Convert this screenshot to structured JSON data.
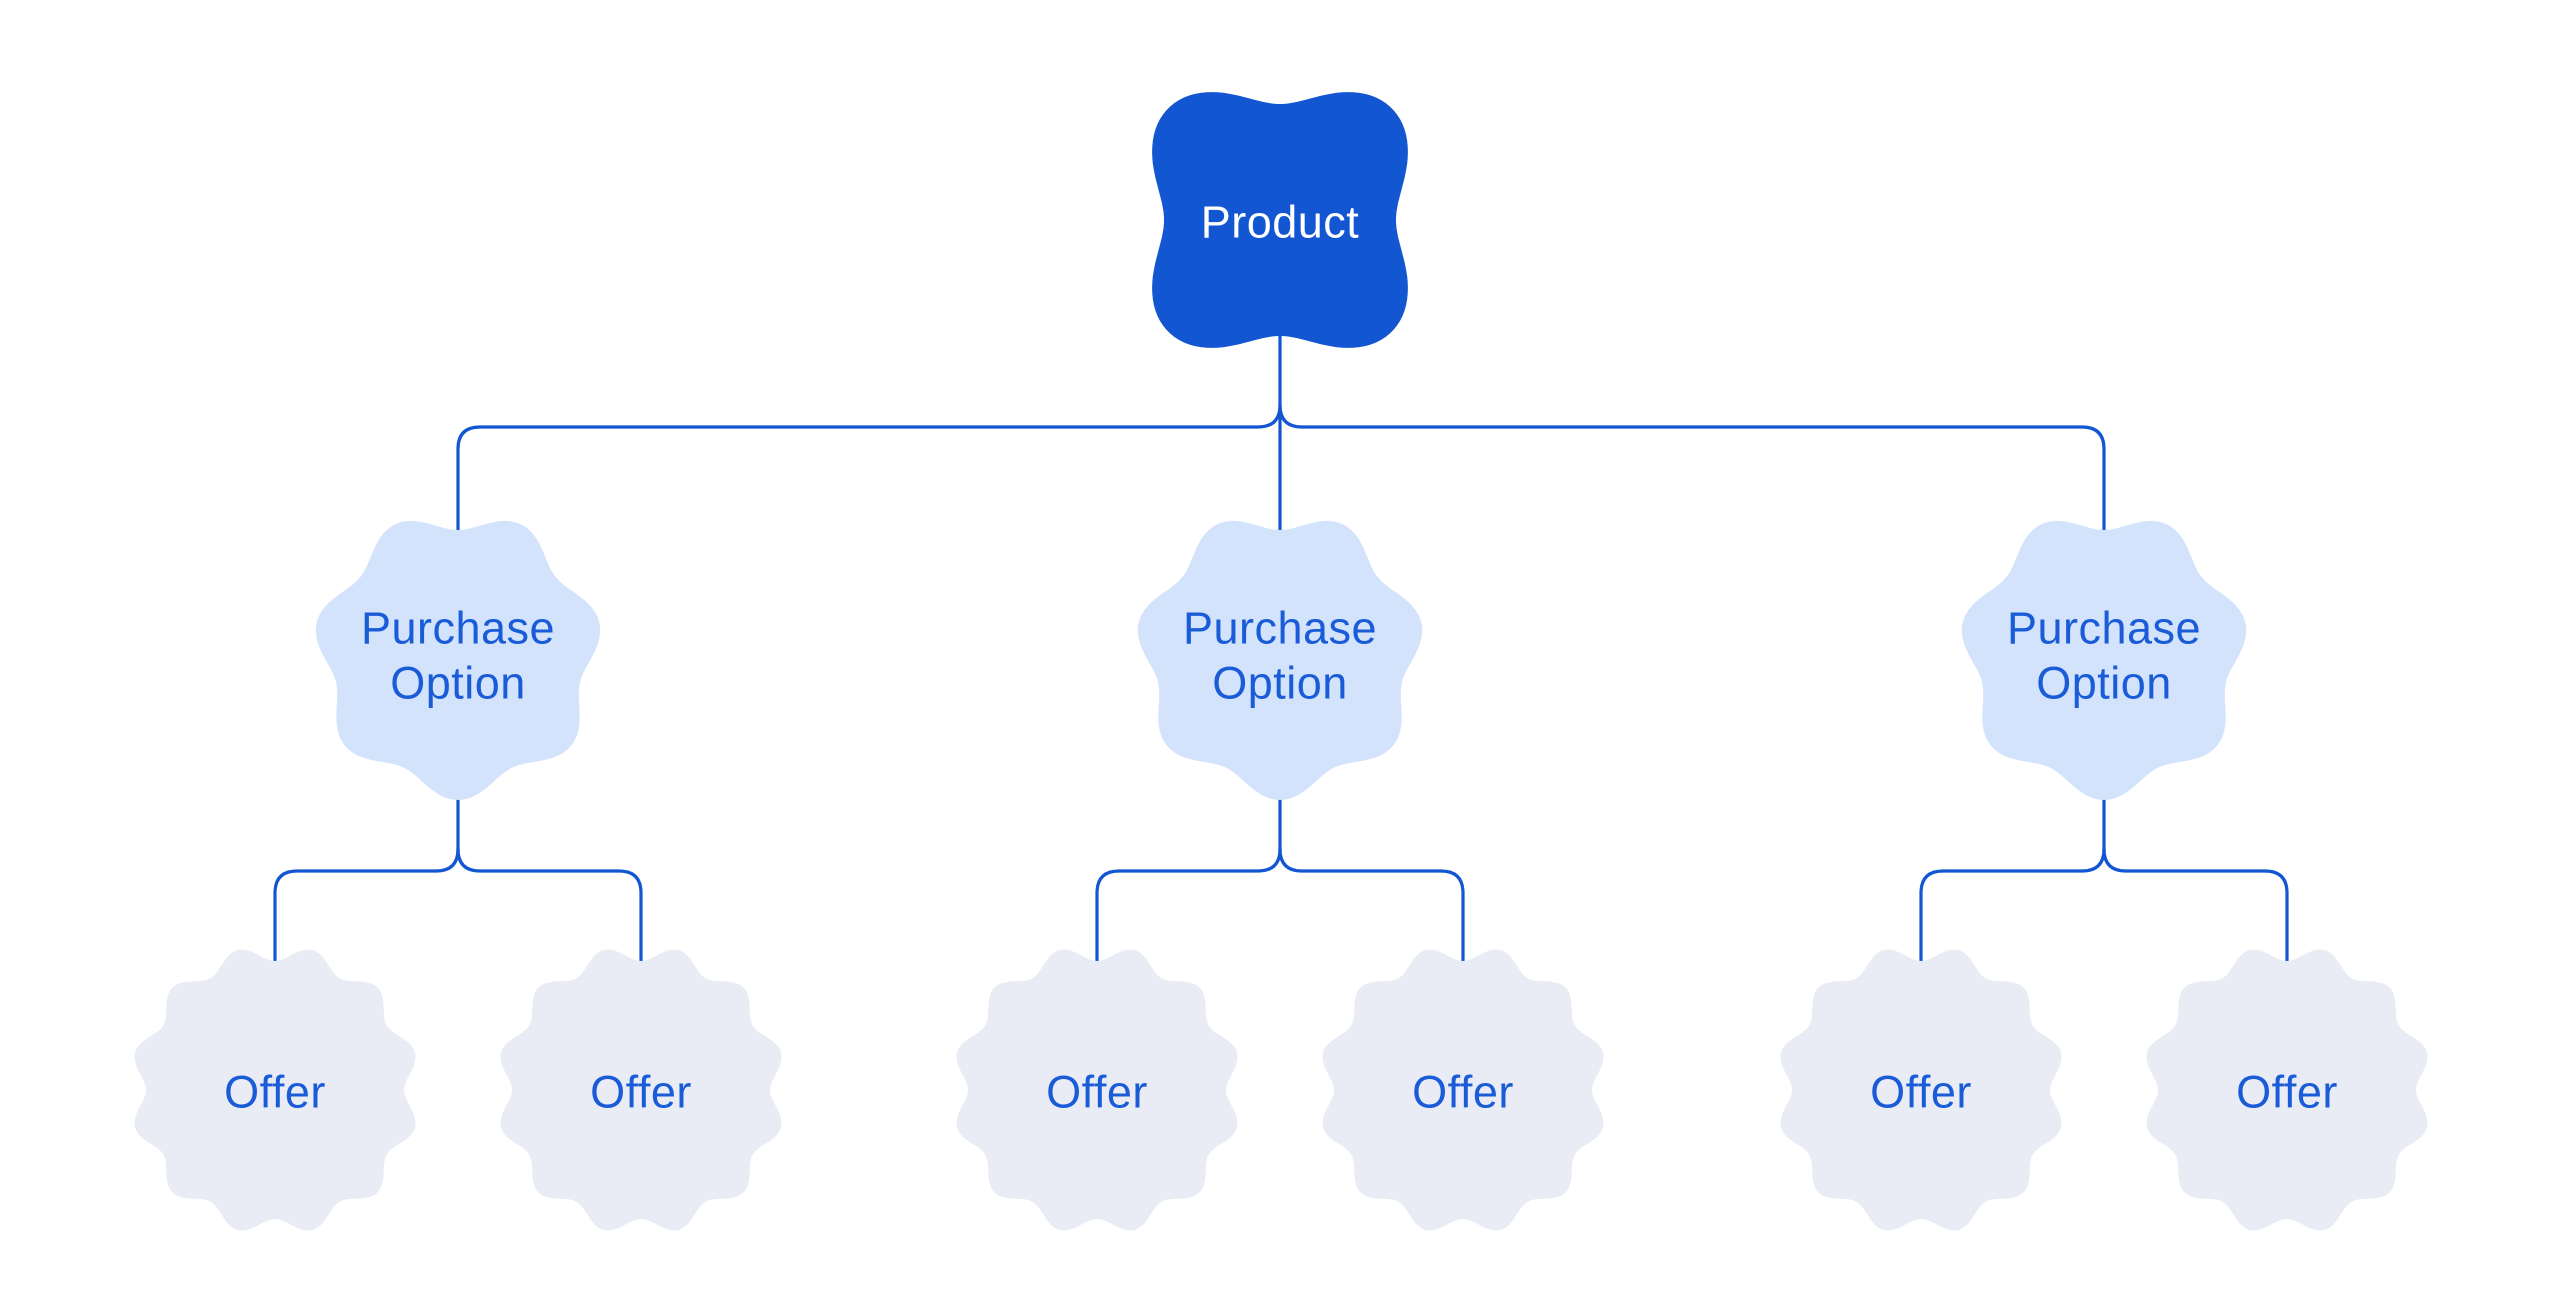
{
  "diagram": {
    "root": {
      "label": "Product"
    },
    "purchase_options": [
      {
        "label_line1": "Purchase",
        "label_line2": "Option"
      },
      {
        "label_line1": "Purchase",
        "label_line2": "Option"
      },
      {
        "label_line1": "Purchase",
        "label_line2": "Option"
      }
    ],
    "offers": [
      {
        "label": "Offer"
      },
      {
        "label": "Offer"
      },
      {
        "label": "Offer"
      },
      {
        "label": "Offer"
      },
      {
        "label": "Offer"
      },
      {
        "label": "Offer"
      }
    ]
  },
  "colors": {
    "background": "#FFFFFF",
    "brand-blue": "#1356D1",
    "node-text-blue": "#1A5CD8",
    "purchase-fill": "#D3E3FC",
    "offer-fill": "#E9ECF4"
  }
}
